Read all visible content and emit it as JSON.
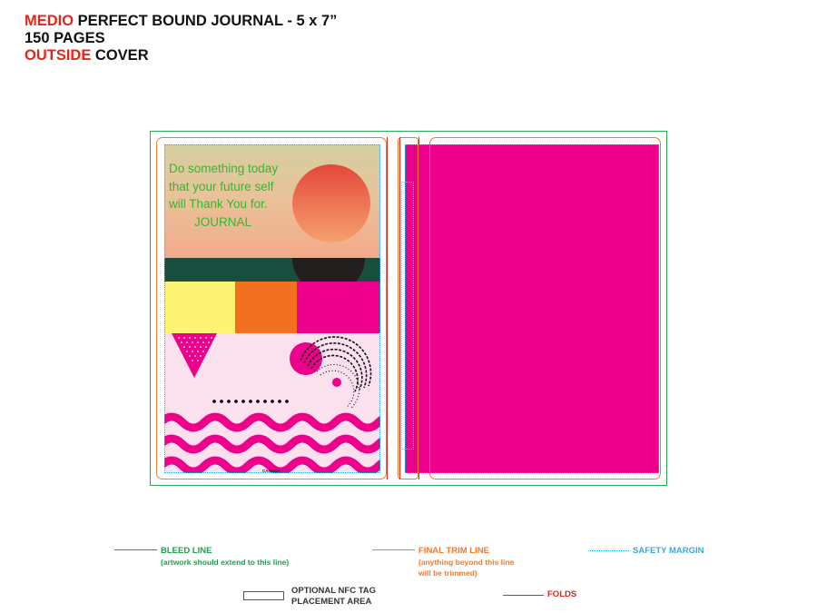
{
  "header": {
    "line1_red": "MEDIO",
    "line1_rest": " PERFECT BOUND JOURNAL - 5 x 7”",
    "line2": "150 PAGES",
    "line3_red": "OUTSIDE",
    "line3_rest": " COVER"
  },
  "cover": {
    "quote_lines": [
      "Do something today",
      "that  your future self",
      "will Thank You for."
    ],
    "quote_title": "JOURNAL",
    "country": "CANADA"
  },
  "legend": {
    "bleed_label": "BLEED LINE",
    "bleed_note": "(artwork should extend to this line)",
    "trim_label": "FINAL TRIM LINE",
    "trim_note_1": "(anything beyond this line",
    "trim_note_2": "will be trimmed)",
    "safety_label": "SAFETY MARGIN",
    "nfc_label_1": "OPTIONAL NFC TAG",
    "nfc_label_2": "PLACEMENT AREA",
    "folds_label": "FOLDS"
  },
  "colors": {
    "bleed": "#2eaa55",
    "trim": "#f27a2e",
    "safety": "#36a9e1",
    "fold": "#e1261c",
    "back_cover": "#ec008c",
    "quote_text": "#35b82d"
  }
}
